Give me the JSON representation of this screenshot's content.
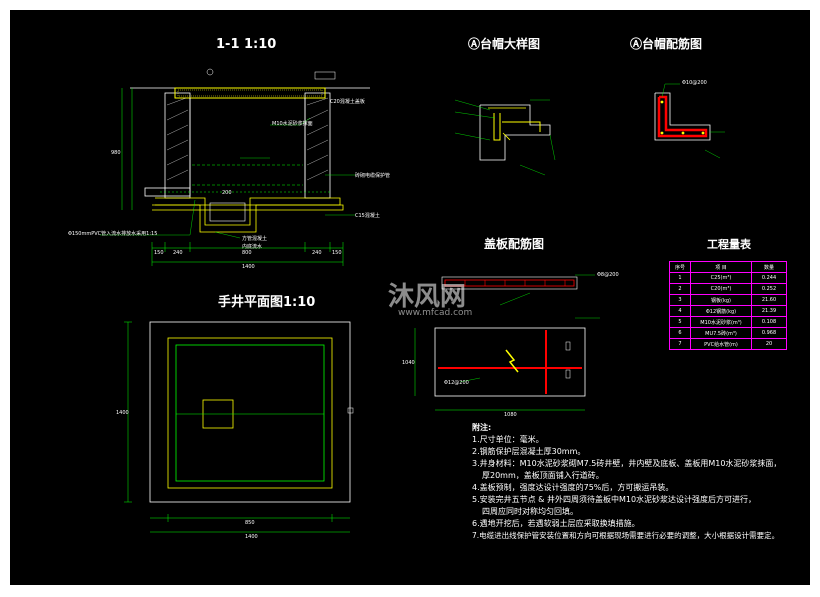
{
  "titles": {
    "section": "1-1 1:10",
    "detail": "Ⓐ台帽大样图",
    "rebar_cap": "Ⓐ台帽配筋图",
    "cover_rebar": "盖板配筋图",
    "plan": "手井平面图1:10",
    "quantities": "工程量表"
  },
  "notes": {
    "heading": "附注:",
    "items": [
      "1.尺寸单位：毫米。",
      "2.钢筋保护层混凝土厚30mm。",
      "3.井身材料：M10水泥砂浆砌M7.5砖井壁，井内壁及底板、盖板用M10水泥砂浆抹面，",
      "厚20mm，盖板顶面铺入行道砖。",
      "4.盖板预制，强度达设计强度的75%后，方可搬运吊装。",
      "5.安装完井五节点 & 井外四周须待盖板中M10水泥砂浆达设计强度后方可进行，",
      "四周应同时对称均匀回填。",
      "6.遇地开挖后，若遇软弱土层应采取换填措施。",
      "7.电缆进出线保护管安装位置和方向可根据现场需要进行必要的调整，大小根据设计需要定。"
    ]
  },
  "table": {
    "headers": [
      "序号",
      "项 目",
      "数量"
    ],
    "rows": [
      [
        "1",
        "C25(m³)",
        "0.244"
      ],
      [
        "2",
        "C20(m³)",
        "0.252"
      ],
      [
        "3",
        "钢板(kg)",
        "21.60"
      ],
      [
        "4",
        "Φ12钢筋(kg)",
        "21.39"
      ],
      [
        "5",
        "M10水泥砂浆(m³)",
        "0.108"
      ],
      [
        "6",
        "MU7.5砖(m³)",
        "0.968"
      ],
      [
        "7",
        "PVC给水管(m)",
        "20"
      ]
    ]
  },
  "dims": {
    "sec_total": "1400",
    "sec_inner": "800",
    "sec_a": "150",
    "sec_b": "240",
    "sec_c": "200",
    "sec_d": "240",
    "sec_e": "150",
    "sec_depth": "980",
    "plan_total": "1400",
    "plan_inner": "850",
    "plan_side": "1400",
    "cover_len": "1080",
    "cover_side": "1040"
  },
  "labels": {
    "pipe": "Φ150mmPVC管入流水排放水采用1:15",
    "sec_mark1": "C20混凝土盖板",
    "sec_mark2": "M10水泥砂浆抹面",
    "sec_mark3": "砖砌电缆保护管",
    "sec_mark4": "C15混凝土",
    "sec_mark5": "方管混凝土",
    "sec_mark6": "内底流水",
    "cap_rebar": "Φ10@200",
    "cover_rebar1": "Φ8@200",
    "cover_rebar2": "Φ12@200",
    "watermark": "沐风网",
    "watermark_url": "www.mfcad.com"
  },
  "colors": {
    "background": "#000000",
    "yellow": "#ffff00",
    "green": "#00ff00",
    "red": "#ff0000",
    "white": "#ffffff",
    "magenta": "#ff00ff",
    "cyan": "#00ffff"
  }
}
